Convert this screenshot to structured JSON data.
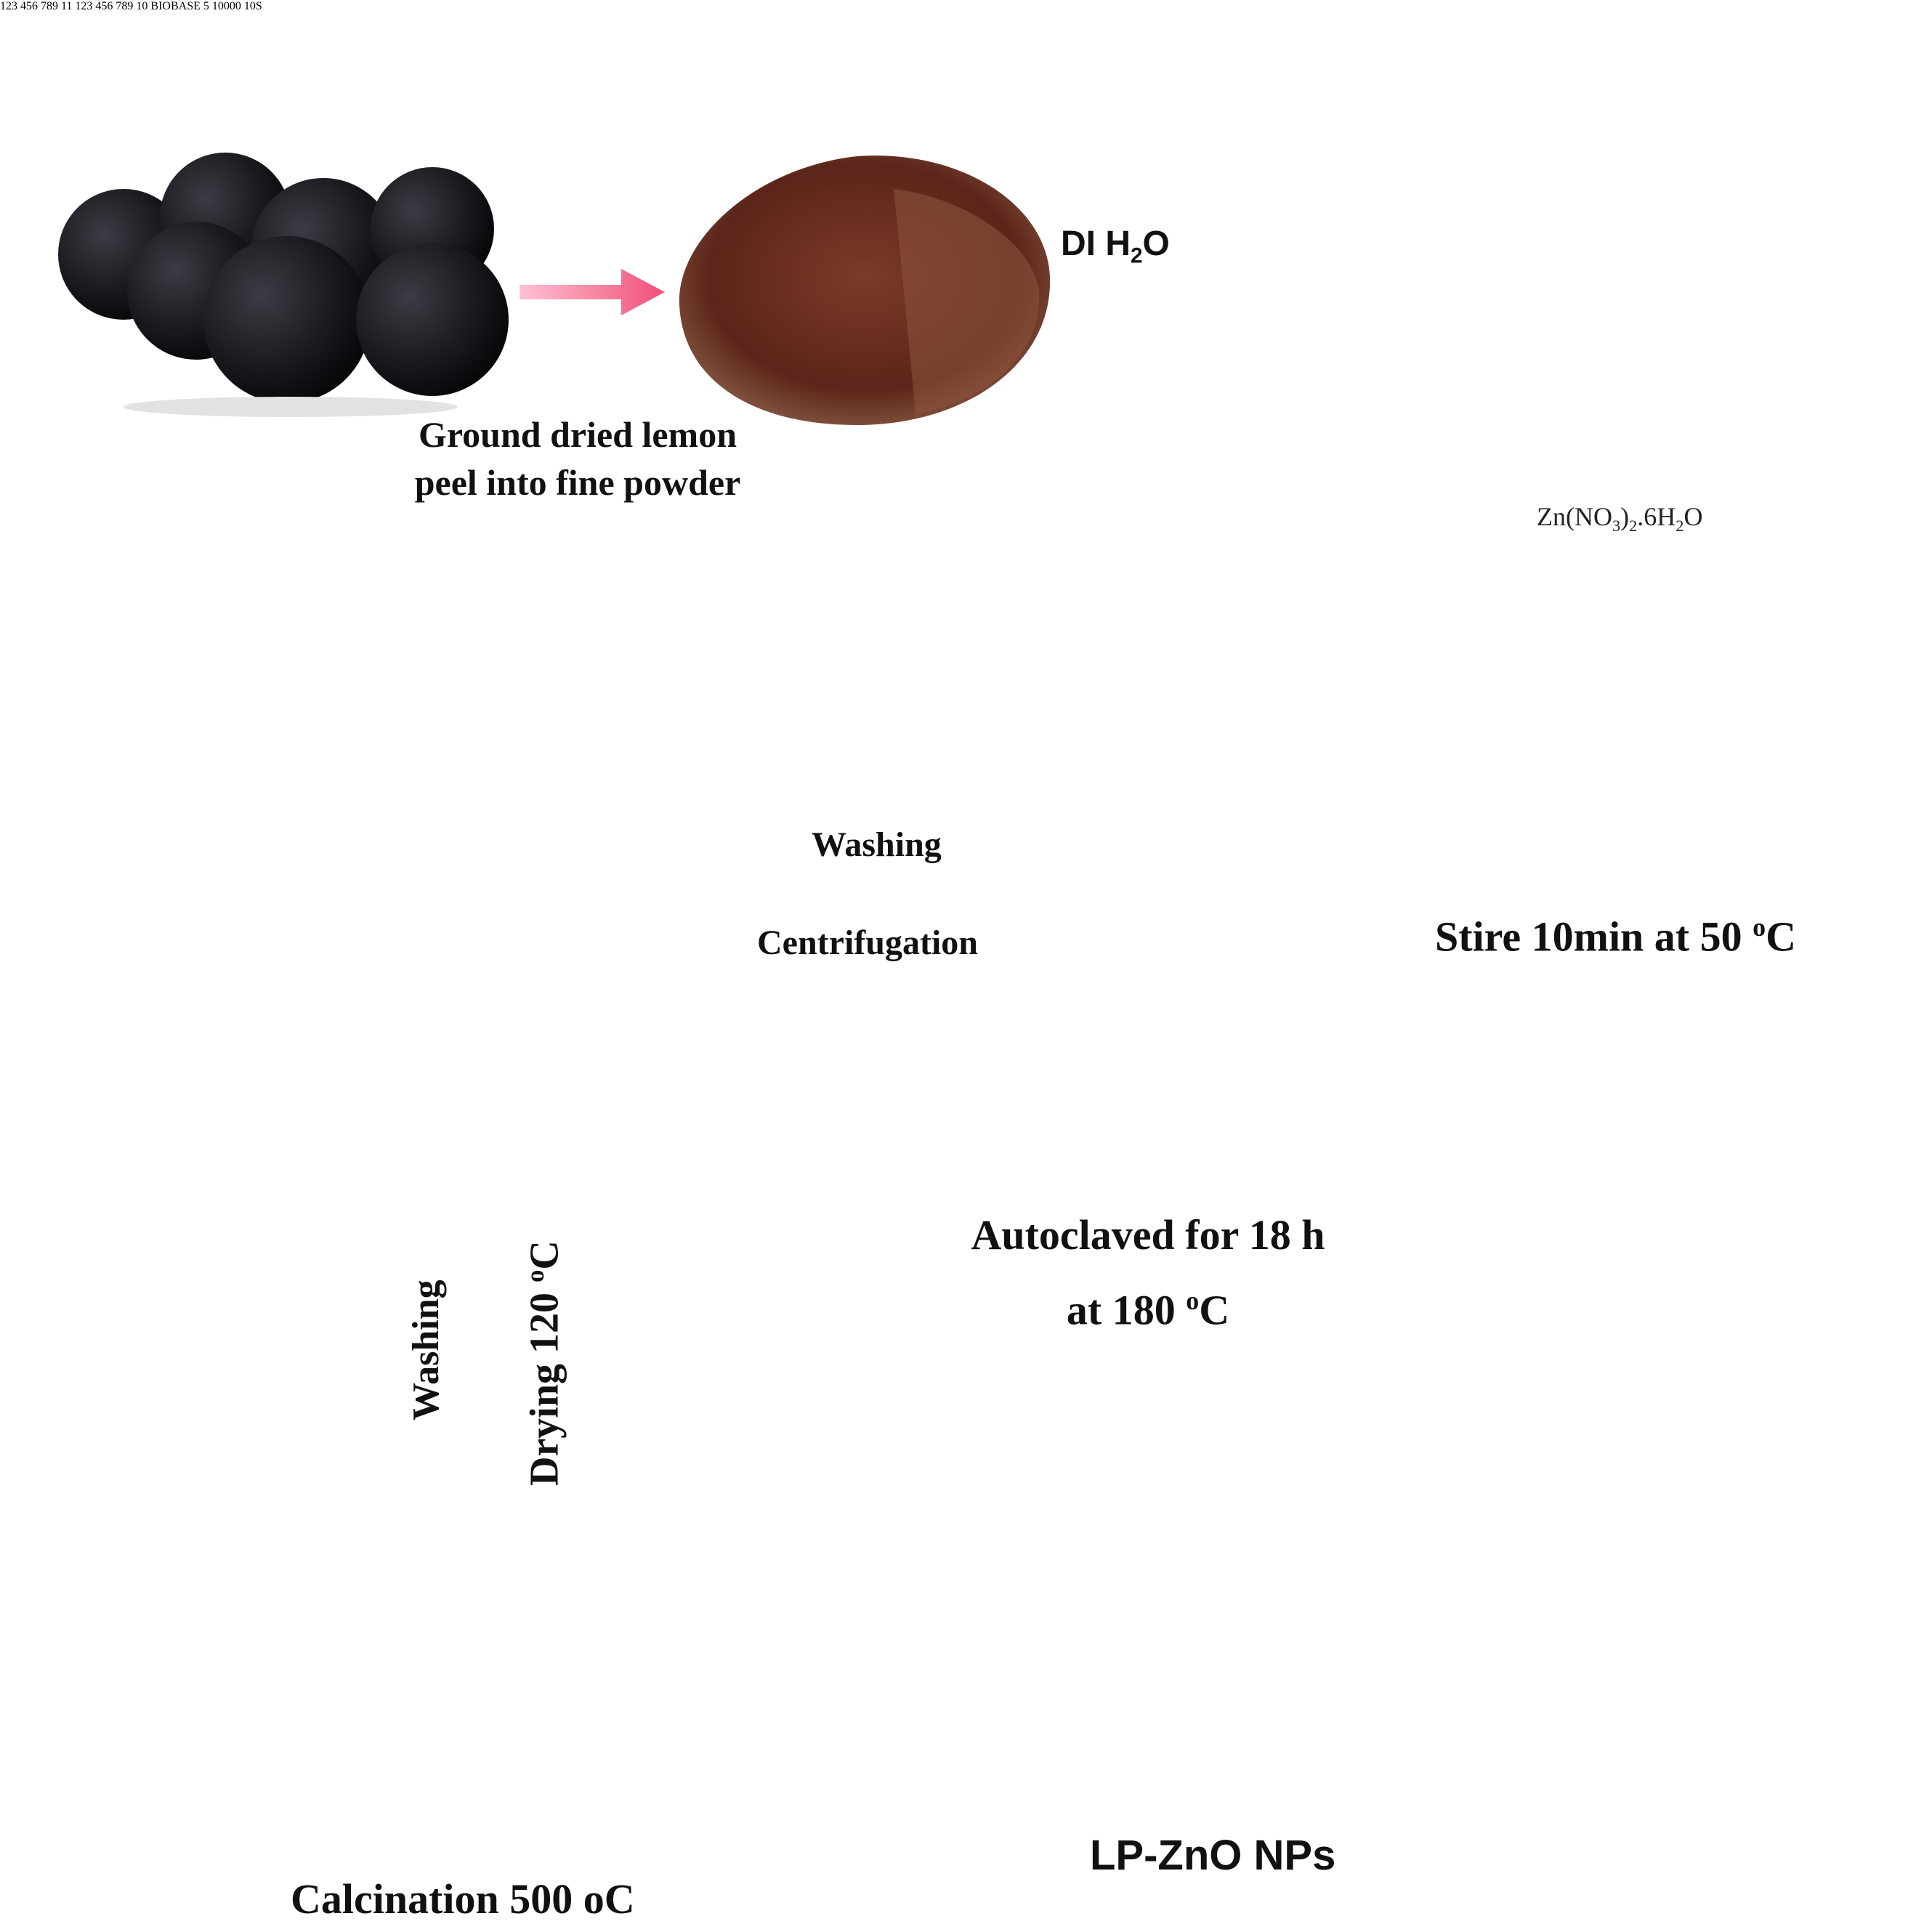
{
  "colors": {
    "arrow": "#f0507a",
    "arrow_light": "#ffc2d3",
    "extract": "#6a3a22",
    "solution": "#f6f3c4",
    "dish": "#f3f4c2"
  },
  "steps": {
    "grind": {
      "line1": "Ground dried lemon",
      "line2": "peel into fine powder"
    },
    "water": {
      "prefix": "DI H",
      "sub": "2",
      "suffix": "O"
    },
    "precursor": {
      "text": "Zn(NO",
      "sub1": "3",
      "mid": ")",
      "sub2": "2",
      "mid2": ".6H",
      "sub3": "2",
      "end": "O"
    },
    "stir": {
      "text": "Stire 10min at 50 ",
      "sup": "o",
      "end": "C"
    },
    "autoclave": {
      "line1": "Autoclaved for 18 h",
      "line2_prefix": "at 180 ",
      "line2_sup": "o",
      "line2_end": "C"
    },
    "centrifuge": {
      "top": "Washing",
      "bottom": "Centrifugation",
      "brand": "BIOBASE",
      "display_left": "5",
      "display_mid": "10000",
      "display_right": "10S"
    },
    "dry": {
      "left": "Washing",
      "right_prefix": "Drying 120 ",
      "right_sup": "o",
      "right_end": "C"
    },
    "calcine": {
      "text": "Calcination 500 oC"
    },
    "product": {
      "text": "LP-ZnO NPs"
    }
  },
  "icons": [
    "dried-lemons-icon",
    "powder-icon",
    "beaker-icon",
    "hotplate-stirrer-icon",
    "autoclave-icon",
    "centrifuge-icon",
    "crucible-icon",
    "petri-dish-icon"
  ]
}
